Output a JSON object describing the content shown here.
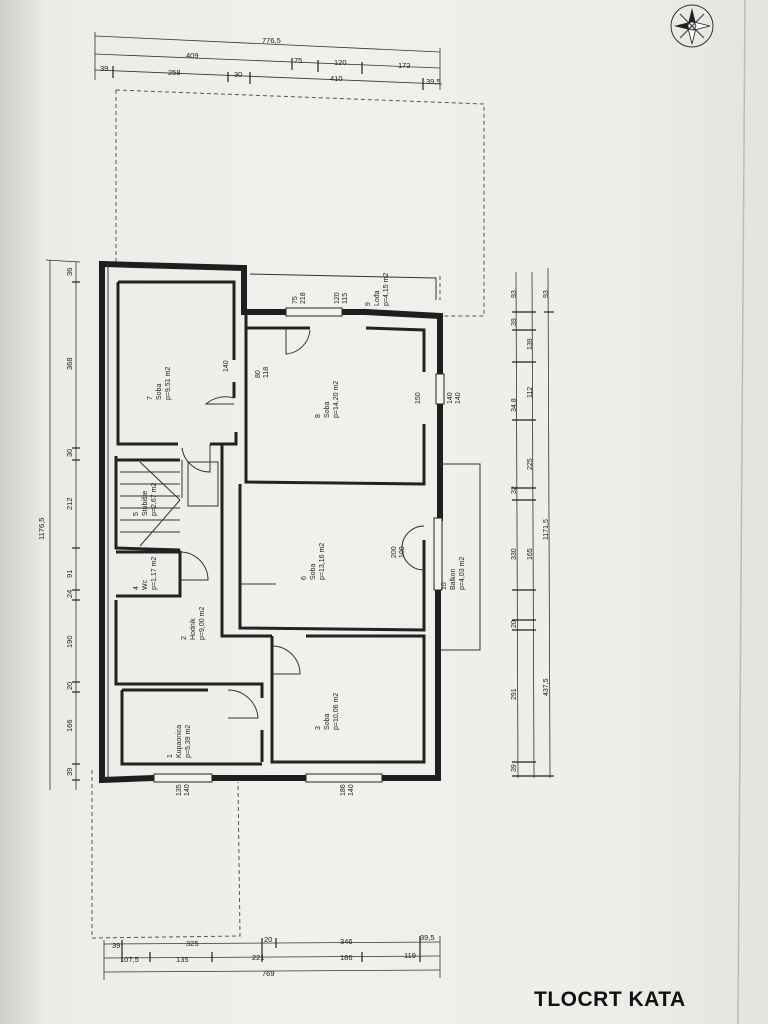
{
  "title": "TLOCRT KATA",
  "top_dims": {
    "row1": [
      "776,5"
    ],
    "row2": [
      "409",
      "75",
      "120",
      "172"
    ],
    "row3": [
      "39",
      "258",
      "30",
      "410",
      "39,5"
    ]
  },
  "bottom_dims": {
    "row1": [
      "39",
      "325",
      "20",
      "346",
      "39,5"
    ],
    "row2": [
      "107,5",
      "135",
      "221",
      "186",
      "119"
    ],
    "row3": [
      "769"
    ]
  },
  "left_dims": {
    "total": "1176,5",
    "segments": [
      "36",
      "368",
      "30",
      "212",
      "91",
      "24",
      "190",
      "20",
      "166",
      "39"
    ]
  },
  "right_dims": {
    "total": "1171,5",
    "col1": [
      "93",
      "39",
      "139",
      "34,8",
      "112",
      "225",
      "32",
      "165",
      "330",
      "20",
      "291",
      "39"
    ],
    "col2": [
      "93",
      "437,5"
    ]
  },
  "rooms": [
    {
      "num": "1",
      "name": "Kupaonica",
      "area": "p=5,39 m2"
    },
    {
      "num": "2",
      "name": "Hodnik",
      "area": "p=9,00 m2"
    },
    {
      "num": "3",
      "name": "Soba",
      "area": "p=10,06 m2"
    },
    {
      "num": "4",
      "name": "Wc",
      "area": "p=1,17 m2"
    },
    {
      "num": "5",
      "name": "Stubište",
      "area": "p=2,67 m2"
    },
    {
      "num": "6",
      "name": "Soba",
      "area": "p=13,16 m2"
    },
    {
      "num": "7",
      "name": "Soba",
      "area": "p=9,51 m2"
    },
    {
      "num": "8",
      "name": "Soba",
      "area": "p=14,20 m2"
    },
    {
      "num": "9",
      "name": "Lođa",
      "area": "p=4,15 m2"
    },
    {
      "num": "10",
      "name": "Balkon",
      "area": "p=4,03 m2"
    }
  ],
  "openings": {
    "bath_window": [
      "135",
      "140"
    ],
    "room3_window": [
      "186",
      "140"
    ],
    "loggia_door": [
      "75",
      "218"
    ],
    "loggia_window": [
      "120",
      "115"
    ],
    "room8_window": [
      "140",
      "140"
    ],
    "room8_door": [
      "80",
      "118"
    ],
    "room8_right": [
      "140",
      "150"
    ],
    "balcony_door": [
      "200",
      "100"
    ]
  }
}
